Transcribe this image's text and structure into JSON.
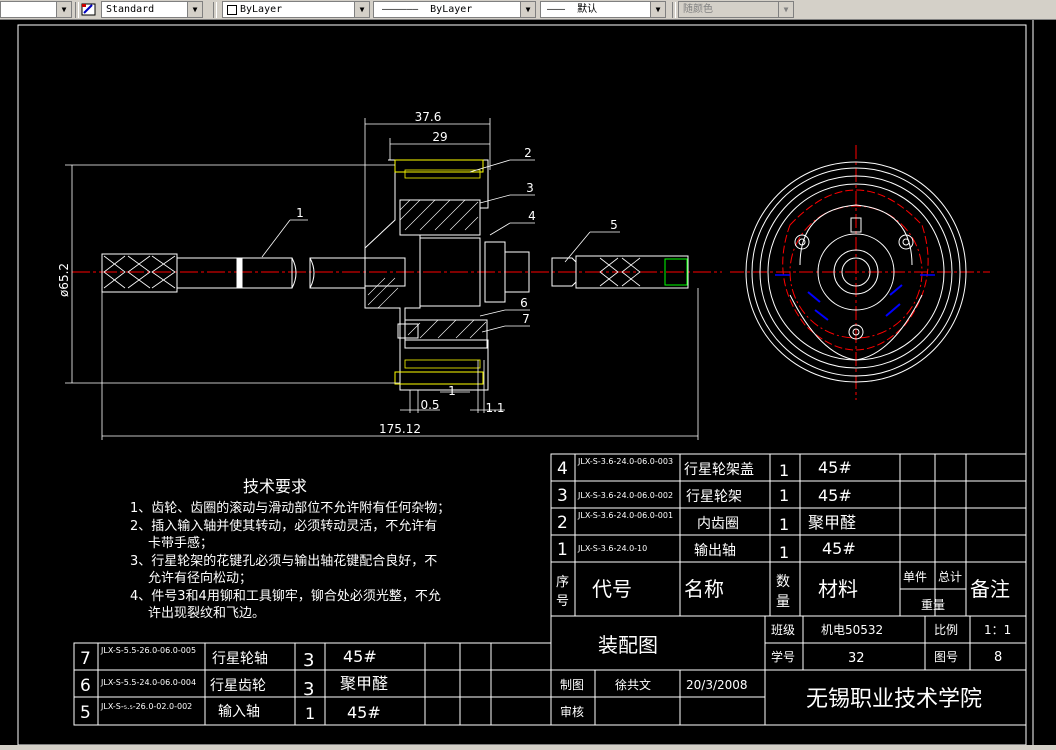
{
  "toolbar": {
    "text_style": "Standard",
    "layer": "ByLayer",
    "linetype": "ByLayer",
    "lineweight": "默认",
    "color": "随颜色",
    "linetype_sample": "——————",
    "lineweight_sample": "———"
  },
  "drawing": {
    "dims": {
      "d1": "37.6",
      "d2": "29",
      "d3": "ø65.2",
      "d4": "175.12",
      "d5": "0.5",
      "d6": "1",
      "d7": "1.1"
    },
    "balloons": [
      "1",
      "2",
      "3",
      "4",
      "5",
      "6",
      "7"
    ]
  },
  "tech": {
    "title": "技术要求",
    "lines": [
      "1、齿轮、齿圈的滚动与滑动部位不允许附有任何杂物；",
      "2、插入输入轴并使其转动，必须转动灵活，不允许有",
      "卡带手感；",
      "3、行星轮架的花键孔必须与输出轴花键配合良好，不",
      "允许有径向松动；",
      "4、件号3和4用铆和工具铆牢，铆合处必须光整，不允",
      "许出现裂纹和飞边。"
    ]
  },
  "bom_right": {
    "rows": [
      {
        "no": "4",
        "code": "JLX-S-3.6-24.0-06.0-003",
        "name": "行星轮架盖",
        "qty": "1",
        "mat": "45#"
      },
      {
        "no": "3",
        "code": "JLX-S-3.6-24.0-06.0-002",
        "name": "行星轮架",
        "qty": "1",
        "mat": "45#"
      },
      {
        "no": "2",
        "code": "JLX-S-3.6-24.0-06.0-001",
        "name": "内齿圈",
        "qty": "1",
        "mat": "聚甲醛"
      },
      {
        "no": "1",
        "code": "JLX-S-3.6-24.0-10",
        "name": "输出轴",
        "qty": "1",
        "mat": "45#"
      }
    ],
    "header": {
      "no": "序号",
      "code": "代号",
      "name": "名称",
      "qty": "数量",
      "mat": "材料",
      "unit": "单件",
      "total": "总计",
      "weight": "重量",
      "remark": "备注"
    }
  },
  "bom_left": {
    "rows": [
      {
        "no": "7",
        "code": "JLX-S-5.5-26.0-06.0-005",
        "name": "行星轮轴",
        "qty": "3",
        "mat": "45#"
      },
      {
        "no": "6",
        "code": "JLX-S-5.5-24.0-06.0-004",
        "name": "行星齿轮",
        "qty": "3",
        "mat": "聚甲醛"
      },
      {
        "no": "5",
        "code": "JLX-S-₅.₅-26.0-02.0-002",
        "name": "输入轴",
        "qty": "1",
        "mat": "45#"
      }
    ]
  },
  "titleblock": {
    "title": "装配图",
    "class_label": "班级",
    "class_value": "机电50532",
    "scale_label": "比例",
    "scale_value": "1：1",
    "id_label": "学号",
    "id_value": "32",
    "sheet_label": "图号",
    "sheet_value": "8",
    "drawn_label": "制图",
    "drawn_by": "徐共文",
    "date": "20/3/2008",
    "check_label": "审核",
    "school": "无锡职业技术学院"
  },
  "colors": {
    "line": "#ffffff",
    "center": "#ff0000",
    "dim": "#ffffff",
    "hatch": "#ff00ff",
    "hidden": "#0000ff",
    "yellow": "#ffff00",
    "green": "#00ff00"
  }
}
